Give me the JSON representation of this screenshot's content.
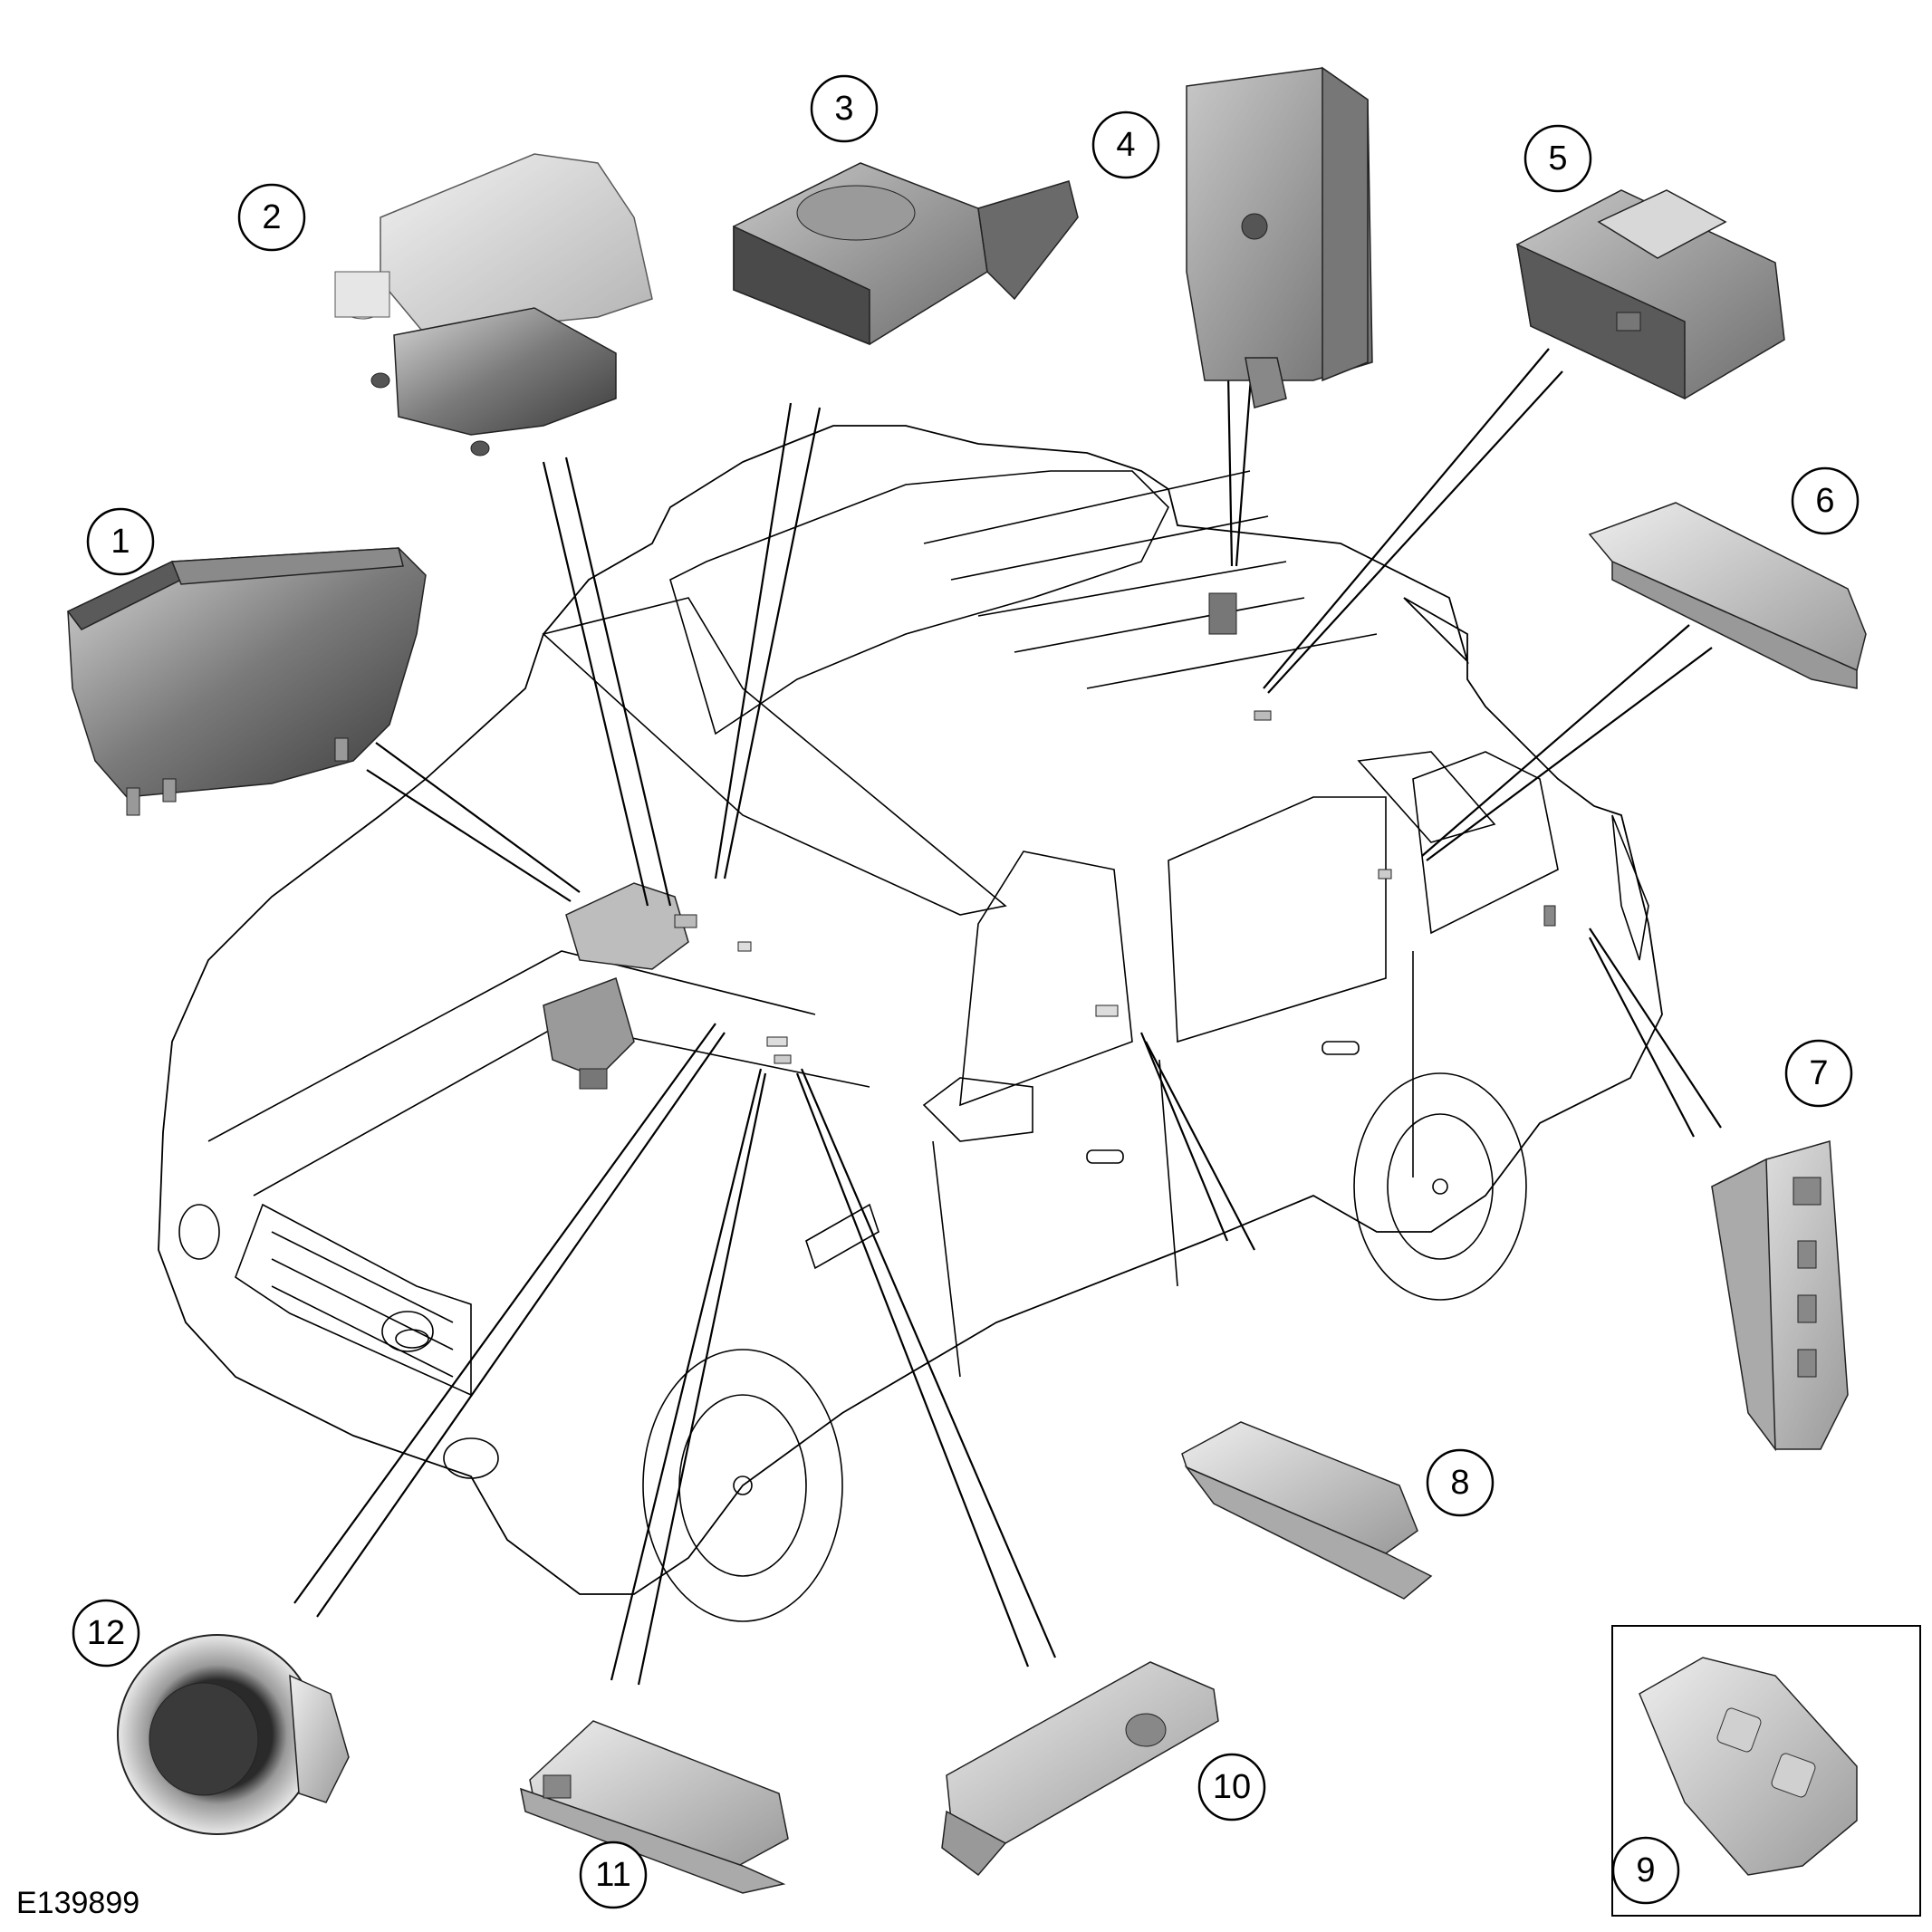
{
  "figure_id": "E139899",
  "callouts": [
    {
      "id": "1",
      "label": "1"
    },
    {
      "id": "2",
      "label": "2"
    },
    {
      "id": "3",
      "label": "3"
    },
    {
      "id": "4",
      "label": "4"
    },
    {
      "id": "5",
      "label": "5"
    },
    {
      "id": "6",
      "label": "6"
    },
    {
      "id": "7",
      "label": "7"
    },
    {
      "id": "8",
      "label": "8"
    },
    {
      "id": "9",
      "label": "9"
    },
    {
      "id": "10",
      "label": "10"
    },
    {
      "id": "11",
      "label": "11"
    },
    {
      "id": "12",
      "label": "12"
    }
  ]
}
